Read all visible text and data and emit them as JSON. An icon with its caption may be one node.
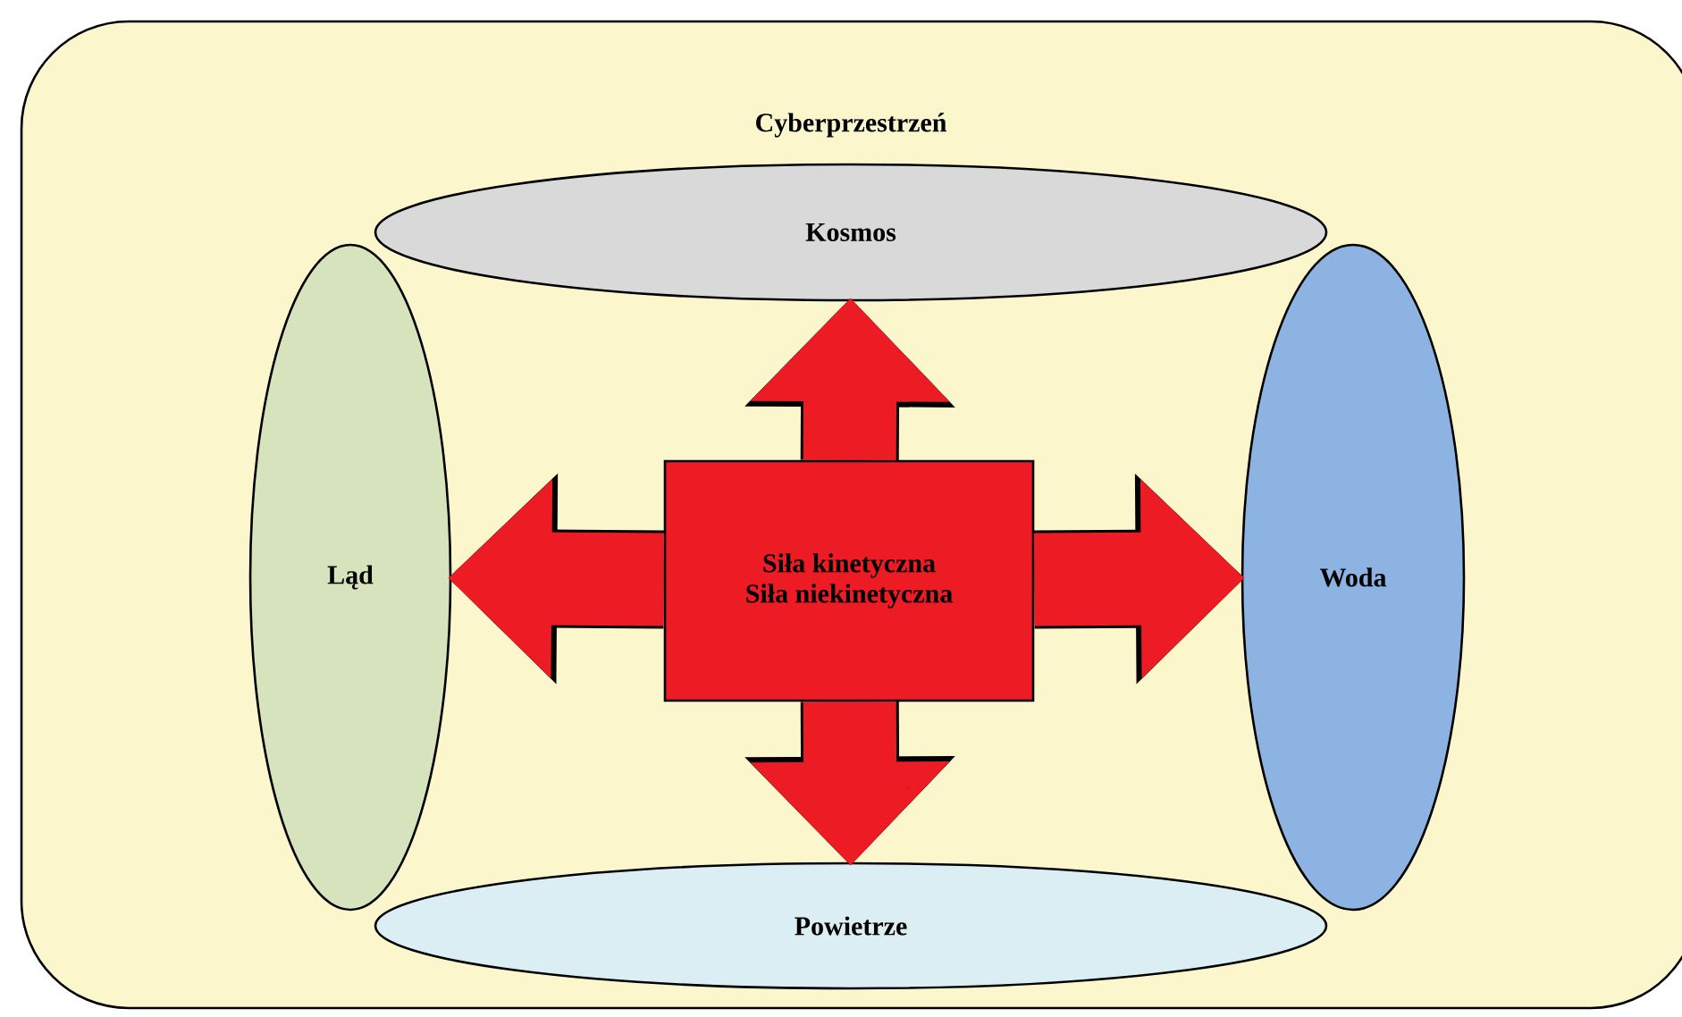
{
  "diagram": {
    "nodes": [
      {
        "text": [
          "Cyberprzestrzeń"
        ]
      },
      {
        "text": [
          "Kosmos"
        ],
        "in": 0
      },
      {
        "text": [
          "Ląd"
        ],
        "in": 0
      },
      {
        "text": [
          "Siła kinetyczna",
          "Siła niekinetyczna"
        ],
        "in": 0
      },
      {
        "text": [
          "Woda"
        ],
        "in": 0
      },
      {
        "text": [
          "Powietrze"
        ],
        "in": 0
      }
    ],
    "edges": [
      {
        "from": 3,
        "to": 1,
        "arrow": "to"
      },
      {
        "from": 3,
        "to": 2,
        "arrow": "to"
      },
      {
        "from": 3,
        "to": 4,
        "arrow": "to"
      },
      {
        "from": 3,
        "to": 5,
        "arrow": "to"
      }
    ]
  }
}
